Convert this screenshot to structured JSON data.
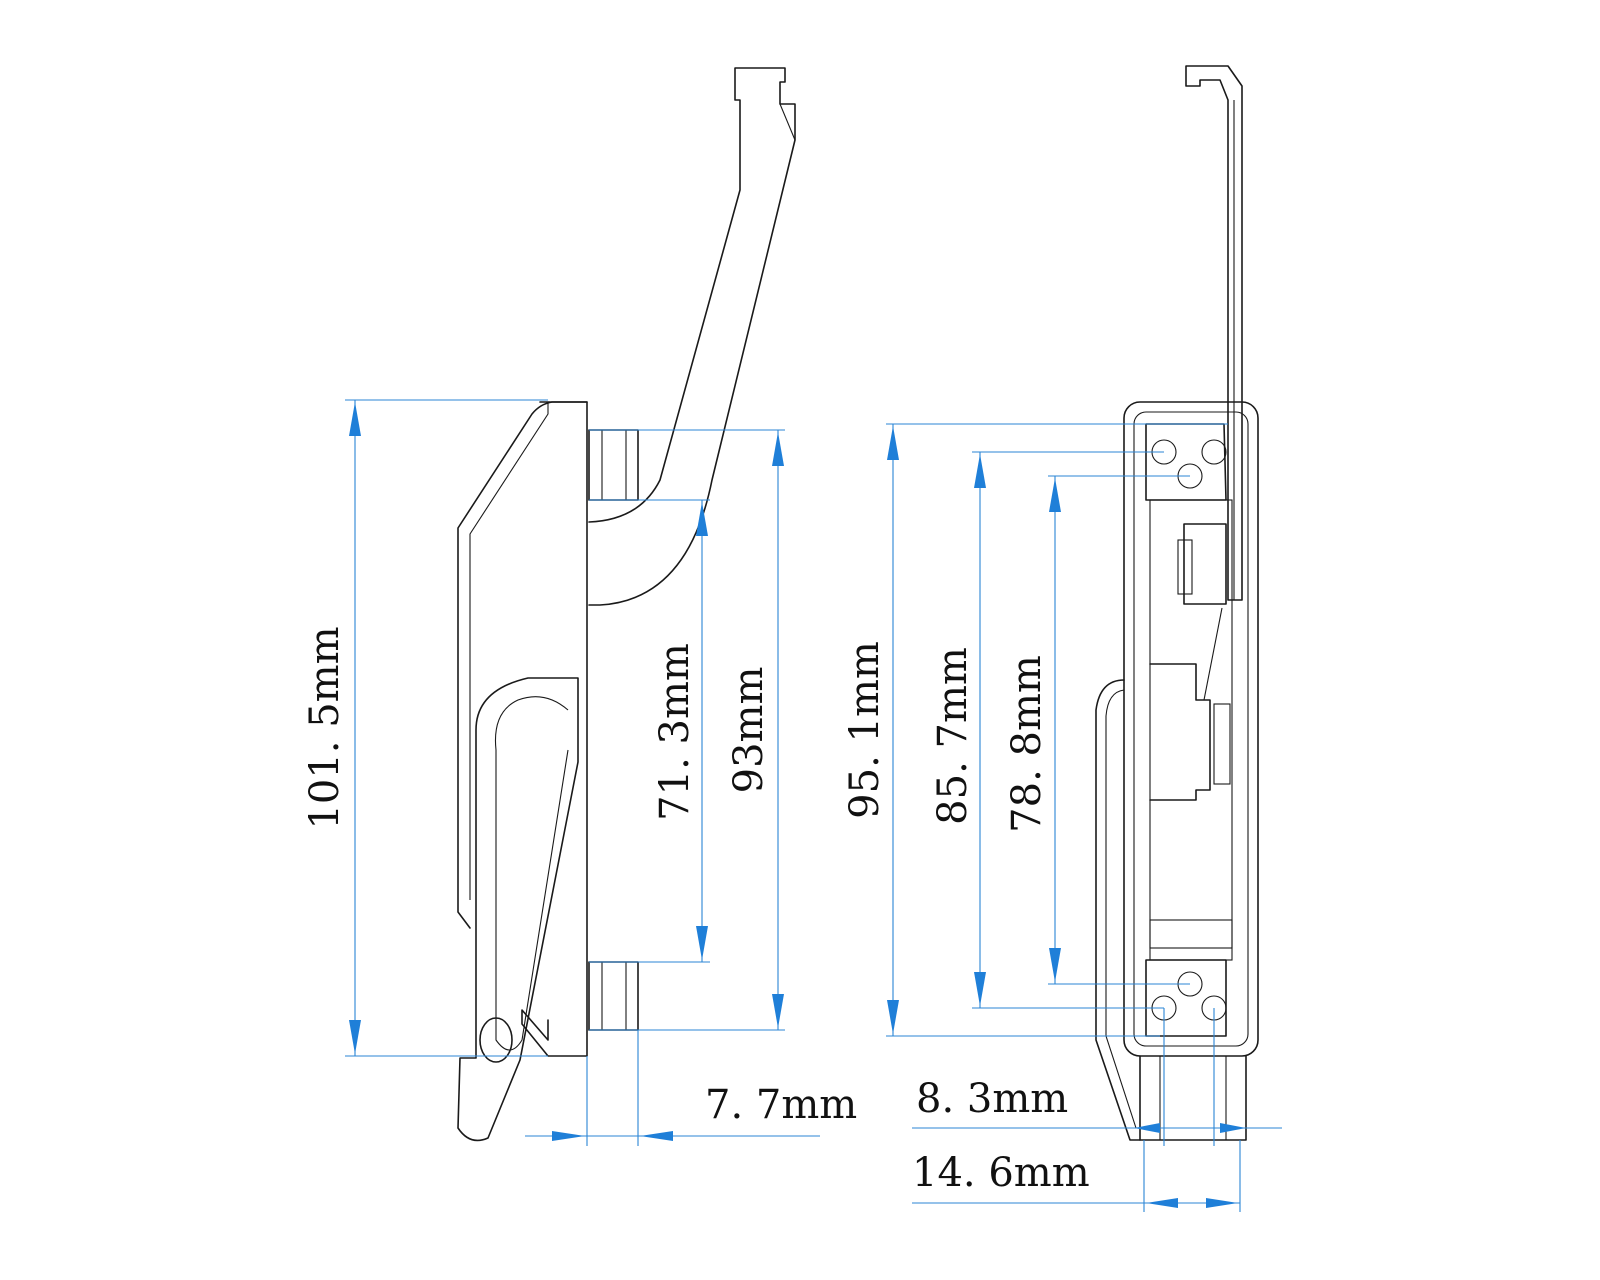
{
  "dimensions": {
    "overall_height_side": "101. 5mm",
    "mount_hole_spacing_side": "71. 3mm",
    "stud_spacing_side": "93mm",
    "base_thickness_side": "7. 7mm",
    "overall_height_front": "95. 1mm",
    "outer_hole_spacing_front": "85. 7mm",
    "inner_hole_spacing_front": "78. 8mm",
    "offset_front": "8. 3mm",
    "body_width_front": "14. 6mm"
  },
  "colors": {
    "outline": "#1a1a1a",
    "dimension_line": "#2b86d6",
    "dimension_arrow": "#1f7fd8",
    "text": "#111111",
    "background": "#ffffff"
  }
}
